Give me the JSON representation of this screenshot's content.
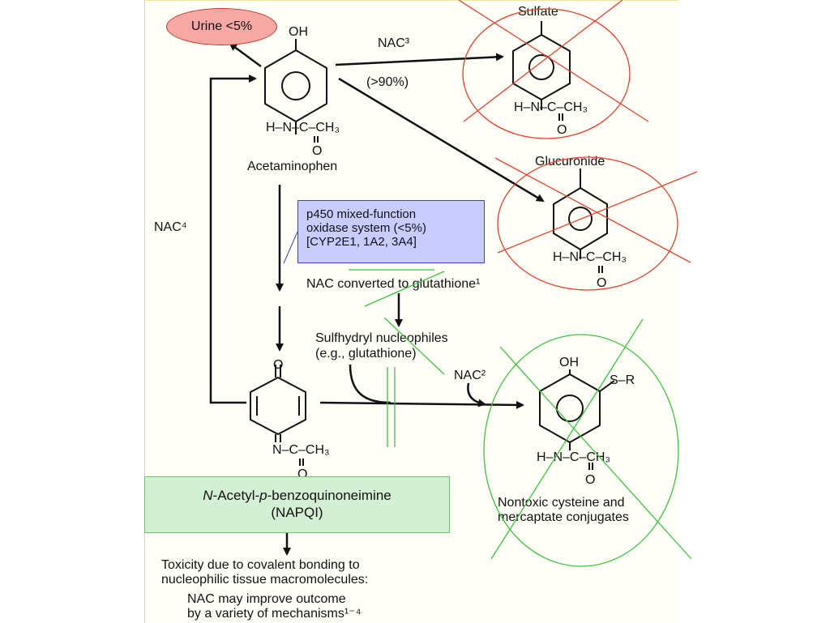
{
  "urine": {
    "label": "Urine <5%"
  },
  "acetaminophen": {
    "oh": "OH",
    "amide": "H–N–C–CH₃",
    "carbonyl_o": "O",
    "name": "Acetaminophen"
  },
  "sulfate": {
    "label": "Sulfate",
    "amide": "H–N–C–CH₃",
    "carbonyl_o": "O",
    "arrow_label": "NAC³",
    "arrow_pct": "(>90%)"
  },
  "glucuronide": {
    "label": "Glucuronide",
    "amide": "H–N–C–CH₃",
    "carbonyl_o": "O"
  },
  "nac4_label": "NAC⁴",
  "cyp_box": {
    "line1": "p450 mixed-function",
    "line2": "oxidase system (<5%)",
    "line3": "[CYP2E1, 1A2, 3A4]"
  },
  "nac_glutathione": "NAC converted to glutathione¹",
  "sulfhydryl": {
    "line1": "Sulfhydryl nucleophiles",
    "line2": "(e.g., glutathione)"
  },
  "nac2_label": "NAC²",
  "napqi_structure": {
    "ketone_o": "O",
    "imine": "N–C–CH₃",
    "carbonyl_o": "O"
  },
  "napqi_box": {
    "n_prefix": "N",
    "mid": "-Acetyl-",
    "p": "p",
    "suffix": "-benzoquinoneimine",
    "abbrev": "(NAPQI)"
  },
  "conjugate": {
    "oh": "OH",
    "sr": "S–R",
    "amide": "H–N–C–CH₃",
    "carbonyl_o": "O",
    "line1": "Nontoxic cysteine and",
    "line2": "mercaptate conjugates"
  },
  "toxicity": {
    "line1": "Toxicity due to covalent bonding to",
    "line2": "nucleophilic tissue macromolecules:",
    "line3": "NAC may improve outcome",
    "line4": "by a variety of mechanisms¹⁻⁴"
  },
  "colors": {
    "red_mark": "#e0442c",
    "green_mark": "#3fc23f",
    "cyp_fill": "#c8ccff",
    "napqi_fill": "#d4f0d4",
    "urine_fill": "#f7a7a4"
  }
}
